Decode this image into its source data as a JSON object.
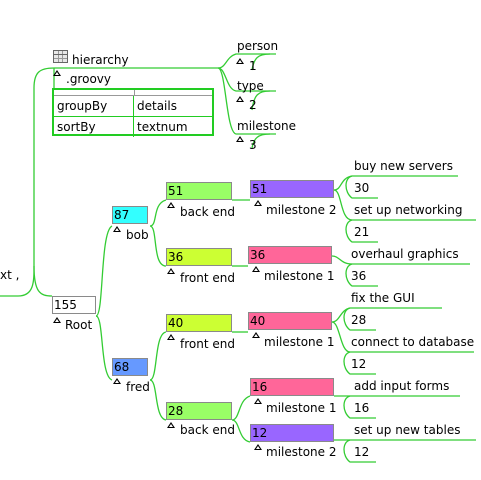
{
  "colors": {
    "edge": "#33cc33",
    "table_border": "#22cc22",
    "green_box": "#99ff66",
    "lime_box": "#ccff33",
    "cyan_box": "#33ffff",
    "blue_box": "#6699ff",
    "purple_box": "#9966ff",
    "pink_box": "#ff6699",
    "white_box": "#ffffff"
  },
  "left_fragment": "xt ,",
  "root": {
    "value": "155",
    "label": "Root"
  },
  "hierarchy": {
    "icon": "table-icon",
    "title": "hierarchy",
    "subtitle": ".groovy",
    "rows": [
      {
        "key": "groupBy",
        "value": "details"
      },
      {
        "key": "sortBy",
        "value": "textnum"
      }
    ],
    "children": [
      {
        "label": "person",
        "value": "1"
      },
      {
        "label": "type",
        "value": "2"
      },
      {
        "label": "milestone",
        "value": "3"
      }
    ]
  },
  "people": [
    {
      "value": "87",
      "label": "bob",
      "color": "cyan_box"
    },
    {
      "value": "68",
      "label": "fred",
      "color": "blue_box"
    }
  ],
  "types": [
    {
      "value": "51",
      "label": "back end",
      "color": "green_box"
    },
    {
      "value": "36",
      "label": "front end",
      "color": "lime_box"
    },
    {
      "value": "40",
      "label": "front end",
      "color": "lime_box"
    },
    {
      "value": "28",
      "label": "back end",
      "color": "green_box"
    }
  ],
  "milestones": [
    {
      "value": "51",
      "label": "milestone 2",
      "color": "purple_box"
    },
    {
      "value": "36",
      "label": "milestone 1",
      "color": "pink_box"
    },
    {
      "value": "40",
      "label": "milestone 1",
      "color": "pink_box"
    },
    {
      "value": "16",
      "label": "milestone 1",
      "color": "pink_box"
    },
    {
      "value": "12",
      "label": "milestone 2",
      "color": "purple_box"
    }
  ],
  "tasks": [
    {
      "label": "buy new servers",
      "value": "30"
    },
    {
      "label": "set up networking",
      "value": "21"
    },
    {
      "label": "overhaul graphics",
      "value": "36"
    },
    {
      "label": "fix the GUI",
      "value": "28"
    },
    {
      "label": "connect to database",
      "value": "12"
    },
    {
      "label": "add input forms",
      "value": "16"
    },
    {
      "label": "set up new tables",
      "value": "12"
    }
  ]
}
